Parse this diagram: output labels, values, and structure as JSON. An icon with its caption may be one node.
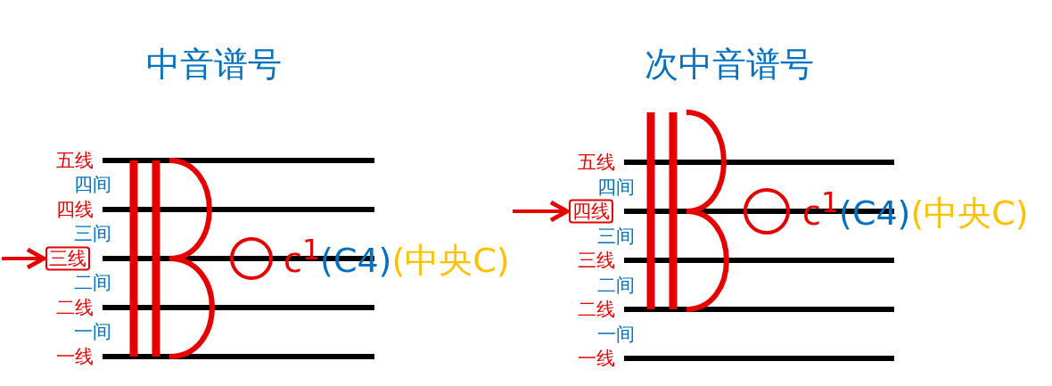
{
  "diagram": {
    "nodes": [
      {
        "text": [
          "三线"
        ]
      },
      {
        "text": [
          "四线"
        ]
      }
    ],
    "edges": [
      {
        "from": null,
        "to": 0,
        "arrow": "to"
      },
      {
        "from": null,
        "to": 1,
        "arrow": "to"
      }
    ],
    "labels": [
      "中音谱号",
      "五线",
      "四间",
      "四线",
      "三间",
      "二间",
      "二线",
      "一间",
      "一线",
      "c$^{1}$",
      "(C4)",
      "(中央C)",
      "次中音谱号",
      "五线",
      "四间",
      "三间",
      "三线",
      "二间",
      "二线",
      "一间",
      "一线",
      "c$^{1}$",
      "(C4)",
      "(中央C)"
    ]
  }
}
